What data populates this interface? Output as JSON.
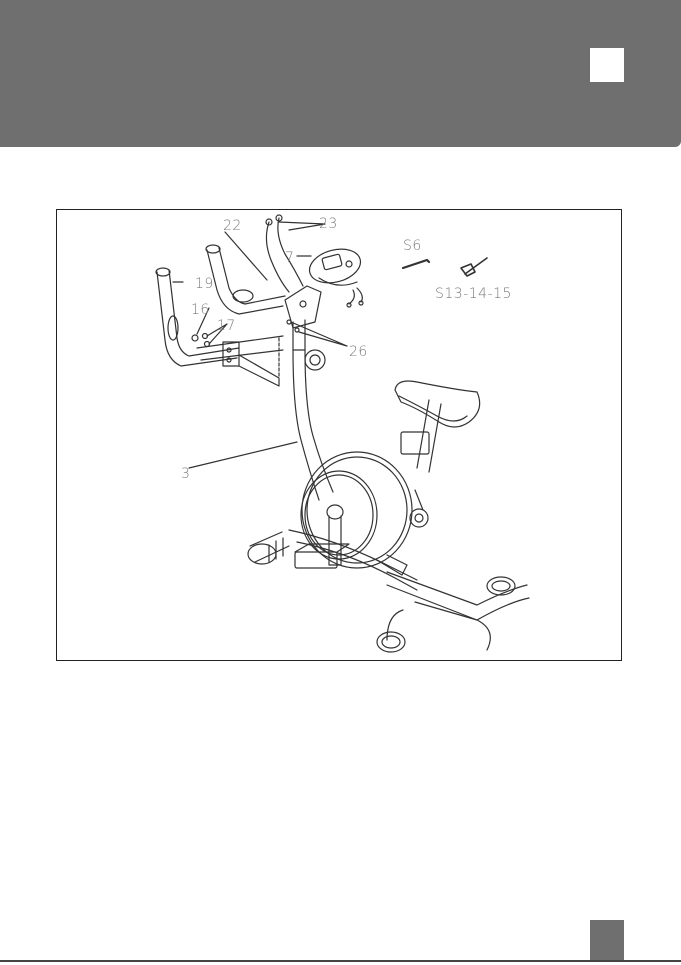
{
  "figure": {
    "part_labels": {
      "p22": "22",
      "p23": "23",
      "p7": "7",
      "p19": "19",
      "p16": "16",
      "p17": "17",
      "p26": "26",
      "p3": "3",
      "s6": "S6",
      "s13": "S13-14-15"
    }
  },
  "colors": {
    "header_band": "#6f6f6f",
    "line_art": "#333333",
    "callout_text": "#7a7a7a"
  }
}
